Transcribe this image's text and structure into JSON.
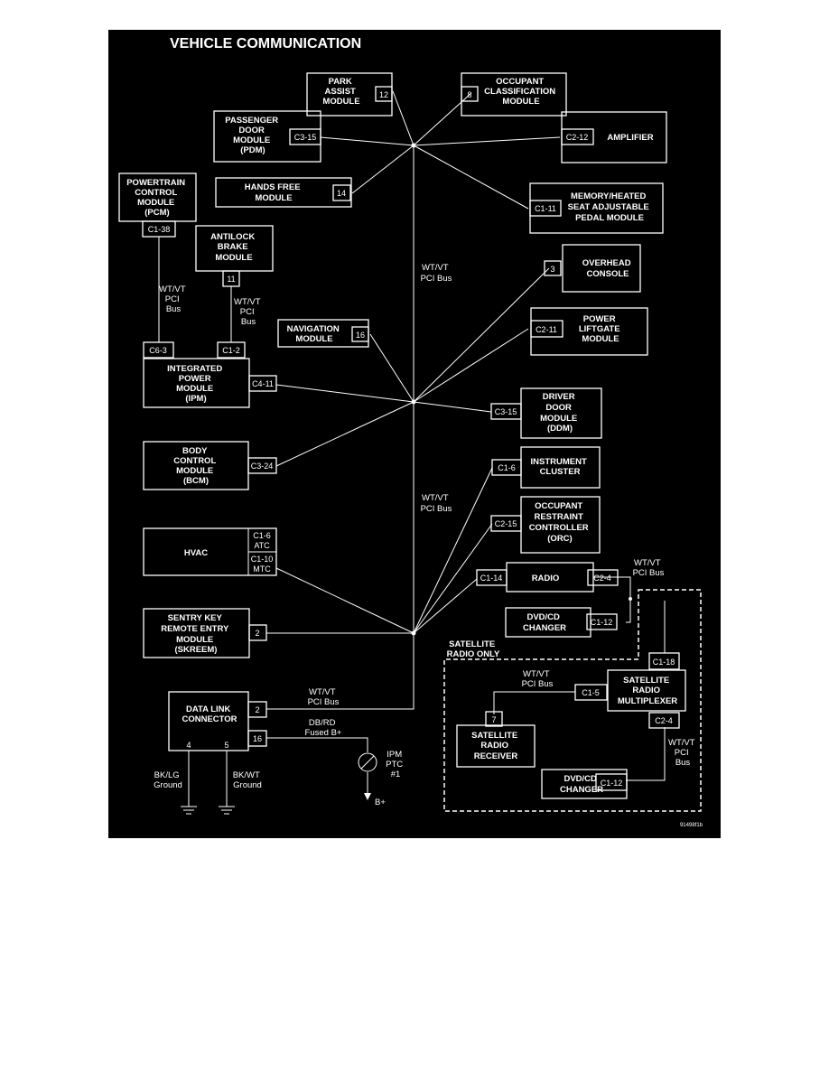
{
  "title": "VEHICLE COMMUNICATION",
  "figure_id": "91498f1b",
  "bus_labels": {
    "upper": [
      "WT/VT",
      "PCI Bus"
    ],
    "lower": [
      "WT/VT",
      "PCI Bus"
    ]
  },
  "modules": {
    "park_assist": {
      "lines": [
        "PARK",
        "ASSIST",
        "MODULE"
      ],
      "pins": [
        "12"
      ]
    },
    "occupant_classification": {
      "lines": [
        "OCCUPANT",
        "CLASSIFICATION",
        "MODULE"
      ],
      "pins": [
        "8"
      ]
    },
    "passenger_door": {
      "lines": [
        "PASSENGER",
        "DOOR",
        "MODULE",
        "(PDM)"
      ],
      "pins": [
        "C3-15"
      ]
    },
    "amplifier": {
      "lines": [
        "AMPLIFIER"
      ],
      "pins": [
        "C2-12"
      ]
    },
    "hands_free": {
      "lines": [
        "HANDS FREE",
        "MODULE"
      ],
      "pins": [
        "14"
      ]
    },
    "memory_heated_seat": {
      "lines": [
        "MEMORY/HEATED",
        "SEAT ADJUSTABLE",
        "PEDAL MODULE"
      ],
      "pins": [
        "C1-11"
      ]
    },
    "powertrain_control": {
      "lines": [
        "POWERTRAIN",
        "CONTROL",
        "MODULE",
        "(PCM)"
      ],
      "pins": [
        "C1-38"
      ]
    },
    "antilock_brake": {
      "lines": [
        "ANTILOCK",
        "BRAKE",
        "MODULE"
      ],
      "pins": [
        "11"
      ]
    },
    "overhead_console": {
      "lines": [
        "OVERHEAD",
        "CONSOLE"
      ],
      "pins": [
        "3"
      ]
    },
    "navigation": {
      "lines": [
        "NAVIGATION",
        "MODULE"
      ],
      "pins": [
        "16"
      ]
    },
    "power_liftgate": {
      "lines": [
        "POWER",
        "LIFTGATE",
        "MODULE"
      ],
      "pins": [
        "C2-11"
      ]
    },
    "integrated_power": {
      "lines": [
        "INTEGRATED",
        "POWER",
        "MODULE",
        "(IPM)"
      ],
      "pins": [
        "C6-3",
        "C1-2",
        "C4-11"
      ]
    },
    "driver_door": {
      "lines": [
        "DRIVER",
        "DOOR",
        "MODULE",
        "(DDM)"
      ],
      "pins": [
        "C3-15"
      ]
    },
    "body_control": {
      "lines": [
        "BODY",
        "CONTROL",
        "MODULE",
        "(BCM)"
      ],
      "pins": [
        "C3-24"
      ]
    },
    "instrument_cluster": {
      "lines": [
        "INSTRUMENT",
        "CLUSTER"
      ],
      "pins": [
        "C1-6"
      ]
    },
    "occupant_restraint": {
      "lines": [
        "OCCUPANT",
        "RESTRAINT",
        "CONTROLLER",
        "(ORC)"
      ],
      "pins": [
        "C2-15"
      ]
    },
    "hvac": {
      "lines": [
        "HVAC"
      ],
      "pins": [
        "C1-6",
        "ATC",
        "C1-10",
        "MTC"
      ]
    },
    "radio": {
      "lines": [
        "RADIO"
      ],
      "pins": [
        "C1-14",
        "C2-4"
      ]
    },
    "dvd_changer_upper": {
      "lines": [
        "DVD/CD",
        "CHANGER"
      ],
      "pins": [
        "C1-12"
      ]
    },
    "sentry_key": {
      "lines": [
        "SENTRY KEY",
        "REMOTE ENTRY",
        "MODULE",
        "(SKREEM)"
      ],
      "pins": [
        "2"
      ]
    },
    "satellite_multiplexer": {
      "lines": [
        "SATELLITE",
        "RADIO",
        "MULTIPLEXER"
      ],
      "pins": [
        "C1-18",
        "C1-5",
        "C2-4"
      ]
    },
    "data_link": {
      "lines": [
        "DATA LINK",
        "CONNECTOR"
      ],
      "pins": [
        "2",
        "16",
        "4",
        "5"
      ]
    },
    "satellite_receiver": {
      "lines": [
        "SATELLITE",
        "RADIO",
        "RECEIVER"
      ],
      "pins": [
        "7"
      ]
    },
    "dvd_changer_lower": {
      "lines": [
        "DVD/CD",
        "CHANGER"
      ],
      "pins": [
        "C1-12"
      ]
    }
  },
  "wire_labels": {
    "pcm_ipm": [
      "WT/VT",
      "PCI",
      "Bus"
    ],
    "abs_ipm": [
      "WT/VT",
      "PCI",
      "Bus"
    ],
    "radio_dvd": [
      "WT/VT",
      "PCI Bus"
    ],
    "dlc_bus": [
      "WT/VT",
      "PCI Bus"
    ],
    "dlc_fused": [
      "DB/RD",
      "Fused B+"
    ],
    "sat_receiver": [
      "WT/VT",
      "PCI Bus"
    ],
    "sat_dvd": [
      "WT/VT",
      "PCI",
      "Bus"
    ],
    "ground_4": [
      "BK/LG",
      "Ground"
    ],
    "ground_5": [
      "BK/WT",
      "Ground"
    ]
  },
  "satellite_label": [
    "SATELLITE",
    "RADIO ONLY"
  ],
  "fuse_label": [
    "IPM",
    "PTC",
    "#1"
  ],
  "b_plus": "B+"
}
